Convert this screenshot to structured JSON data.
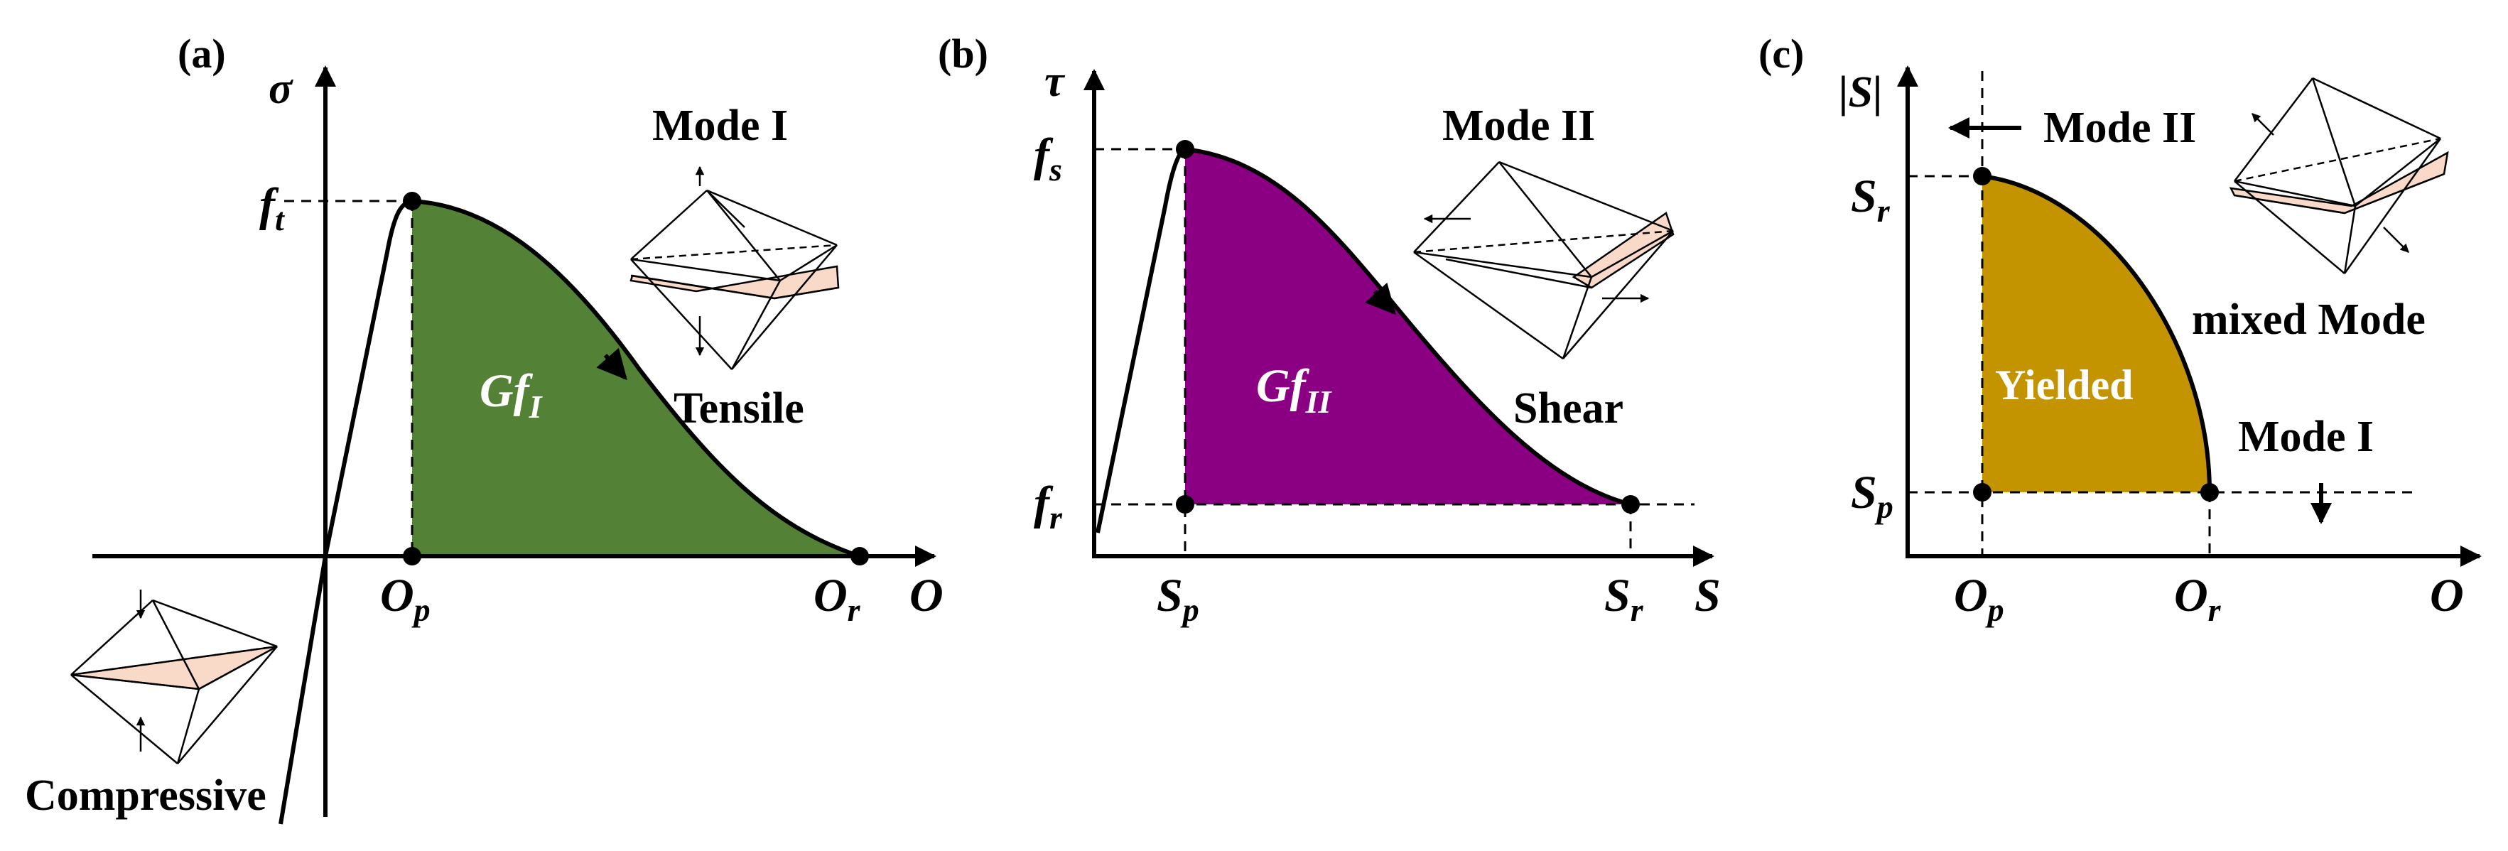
{
  "panel_a": {
    "tag": "(a)",
    "y_symbol": "σ",
    "peak_label_base": "f",
    "peak_label_sub": "t",
    "x_label": "O",
    "xp_base": "O",
    "xp_sub": "p",
    "xr_base": "O",
    "xr_sub": "r",
    "area_base": "Gf",
    "area_sub": "I",
    "mode_title": "Mode I",
    "mode_caption": "Tensile",
    "compressive_caption": "Compressive",
    "fill_color": "#538135"
  },
  "panel_b": {
    "tag": "(b)",
    "y_symbol": "τ",
    "peak_label_base": "f",
    "peak_label_sub": "s",
    "residual_label_base": "f",
    "residual_label_sub": "r",
    "x_label": "S",
    "xp_base": "S",
    "xp_sub": "p",
    "xr_base": "S",
    "xr_sub": "r",
    "area_base": "Gf",
    "area_sub": "II",
    "mode_title": "Mode II",
    "mode_caption": "Shear",
    "fill_color": "#8b0082"
  },
  "panel_c": {
    "tag": "(c)",
    "y_label": "|S|",
    "yr_base": "S",
    "yr_sub": "r",
    "yp_base": "S",
    "yp_sub": "p",
    "x_label": "O",
    "xp_base": "O",
    "xp_sub": "p",
    "xr_base": "O",
    "xr_sub": "r",
    "region_label": "Yielded",
    "mode2_label": "Mode II",
    "mode1_label": "Mode I",
    "mixed_label": "mixed Mode",
    "fill_color": "#c49400"
  }
}
